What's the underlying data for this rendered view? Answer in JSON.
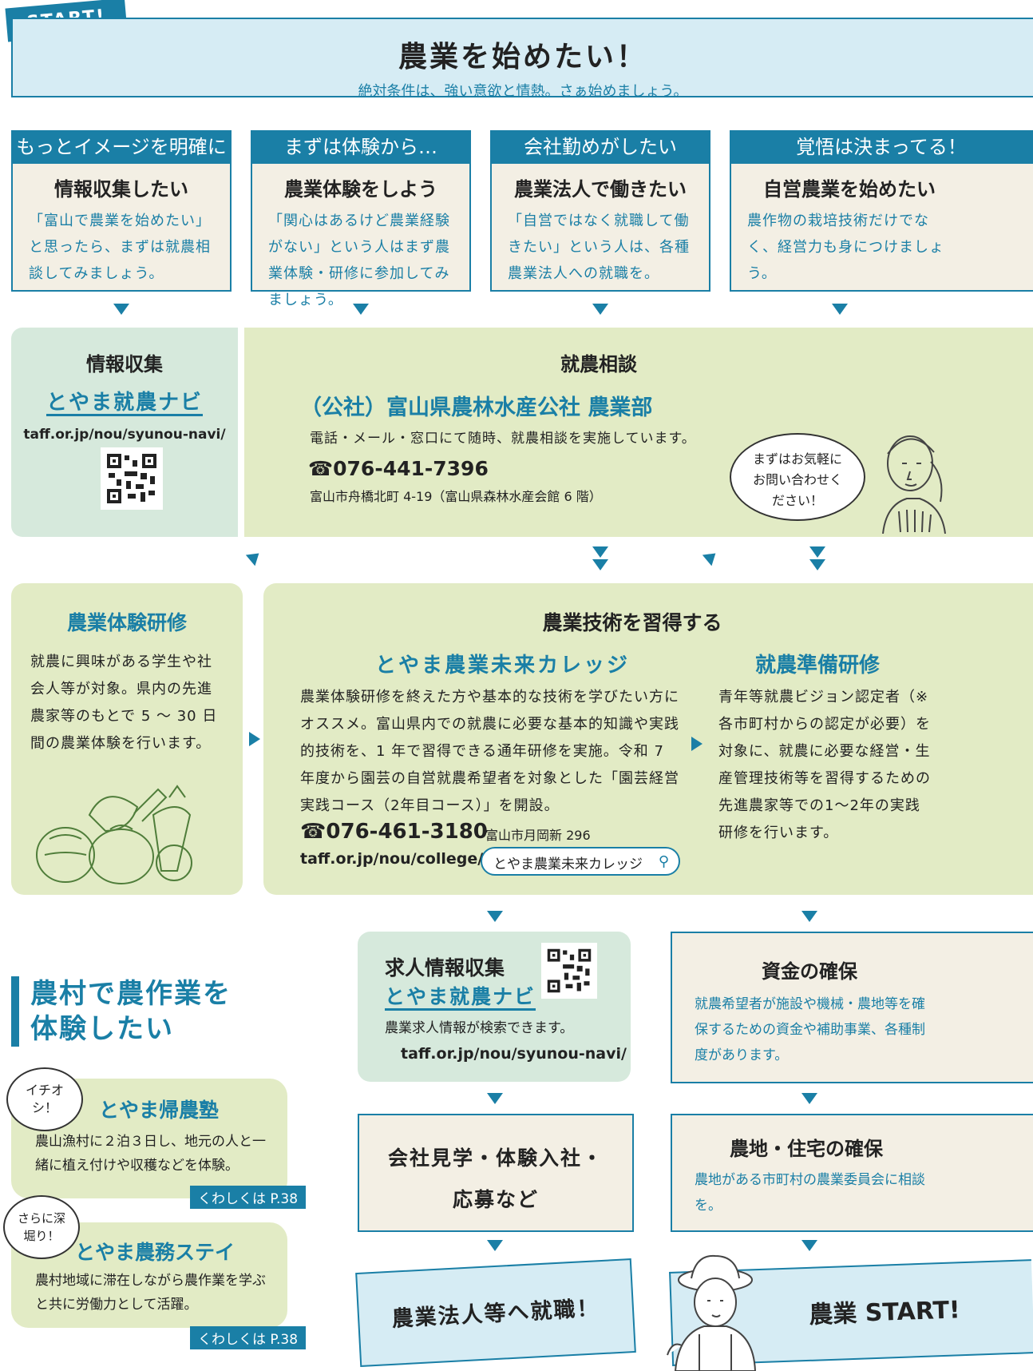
{
  "start_tag": "START!",
  "hero": {
    "title": "農業を始めたい！",
    "subtitle": "絶対条件は、強い意欲と情熱。さぁ始めましょう。"
  },
  "columns": [
    {
      "head": "もっとイメージを明確に",
      "title": "情報収集したい",
      "text": "「富山で農業を始めたい」と思ったら、まずは就農相談してみましょう。"
    },
    {
      "head": "まずは体験から…",
      "title": "農業体験をしよう",
      "text": "「関心はあるけど農業経験がない」という人はまず農業体験・研修に参加してみましょう。"
    },
    {
      "head": "会社勤めがしたい",
      "title": "農業法人で働きたい",
      "text": "「自営ではなく就職して働きたい」という人は、各種農業法人への就職を。"
    },
    {
      "head": "覚悟は決まってる！",
      "title": "自営農業を始めたい",
      "text": "農作物の栽培技術だけでなく、経営力も身につけましょう。"
    }
  ],
  "info": {
    "title": "情報収集",
    "link": "とやま就農ナビ",
    "url": "taff.or.jp/nou/syunou-navi/"
  },
  "consult": {
    "title": "就農相談",
    "org": "（公社）富山県農林水産公社 農業部",
    "desc": "電話・メール・窓口にて随時、就農相談を実施しています。",
    "tel": "076-441-7396",
    "addr": "富山市舟橋北町 4-19（富山県森林水産会館 6 階）",
    "bubble": "まずはお気軽にお問い合わせください！"
  },
  "training": {
    "title": "農業体験研修",
    "text": "就農に興味がある学生や社会人等が対象。県内の先進農家等のもとで 5 ～ 30 日間の農業体験を行います。"
  },
  "tech": {
    "title": "農業技術を習得する",
    "college": "とやま農業未来カレッジ",
    "college_text": "農業体験研修を終えた方や基本的な技術を学びたい方にオススメ。富山県内での就農に必要な基本的知識や実践的技術を、1 年で習得できる通年研修を実施。令和 7 年度から園芸の自営就農希望者を対象とした「園芸経営実践コース（2年目コース）」を開設。",
    "tel": "076-461-3180",
    "url": "taff.or.jp/nou/college/",
    "addr": "富山市月岡新 296",
    "search": "とやま農業未来カレッジ",
    "prep": "就農準備研修",
    "prep_text": "青年等就農ビジョン認定者（※各市町村からの認定が必要）を対象に、就農に必要な経営・生産管理技術等を習得するための先進農家等での1～2年の実践研修を行います。"
  },
  "jobs": {
    "title": "求人情報収集",
    "link": "とやま就農ナビ",
    "text": "農業求人情報が検索できます。",
    "url": "taff.or.jp/nou/syunou-navi/"
  },
  "funds": {
    "title": "資金の確保",
    "text": "就農希望者が施設や機械・農地等を確保するための資金や補助事業、各種制度があります。"
  },
  "visit": {
    "line1": "会社見学・体験入社・",
    "line2": "応募など"
  },
  "land": {
    "title": "農地・住宅の確保",
    "text": "農地がある市町村の農業委員会に相談を。"
  },
  "goal1": "農業法人等へ就職！",
  "goal2": "農業 START!",
  "rural": {
    "title1": "農村で農作業を",
    "title2": "体験したい",
    "items": [
      {
        "badge": "イチオシ！",
        "title": "とやま帰農塾",
        "text": "農山漁村に２泊３日し、地元の人と一緒に植え付けや収穫などを体験。",
        "more": "くわしくは P.38"
      },
      {
        "badge": "さらに深堀り！",
        "title": "とやま農務ステイ",
        "text": "農村地域に滞在しながら農作業を学ぶと共に労働力として活躍。",
        "more": "くわしくは P.38"
      }
    ]
  },
  "colors": {
    "accent": "#1a7fa6",
    "green": "#e2ebc5",
    "mint": "#d6e9dc",
    "beige": "#f3efe4",
    "sky": "#d6ecf4"
  }
}
